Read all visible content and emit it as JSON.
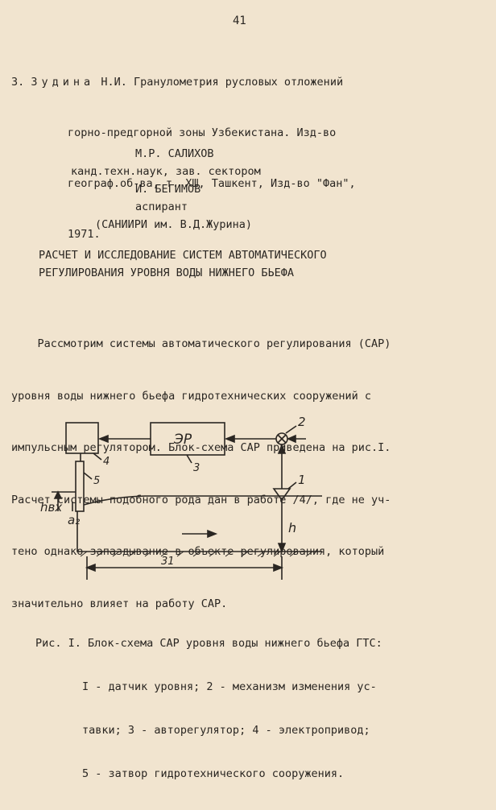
{
  "page_number": "41",
  "reference": {
    "number": "3.",
    "author_surname": "Зудина",
    "initials": "Н.И.",
    "line1_rest": "Гранулометрия русловых отложений",
    "line2": "горно-предгорной зоны Узбекистана. Изд-во",
    "line3": "географ.об-ва, т. ХШ, Ташкент, Изд-во \"Фан\",",
    "line4": "1971."
  },
  "authors": {
    "author1_name": "М.Р. САЛИХОВ",
    "author1_position": "канд.техн.наук, зав. сектором",
    "author2_name": "И. БЕГИМОВ",
    "author2_position": "аспирант",
    "institution": "(САНИИРИ им. В.Д.Журина)"
  },
  "title": {
    "line1": "РАСЧЕТ И ИССЛЕДОВАНИЕ СИСТЕМ АВТОМАТИЧЕСКОГО",
    "line2": "РЕГУЛИРОВАНИЯ УРОВНЯ ВОДЫ НИЖНЕГО БЬЕФА"
  },
  "body": {
    "lines": [
      "    Рассмотрим системы автоматического регулирования (САР)",
      "уровня воды нижнего бьефа гидротехнических сооружений с",
      "импульсным регулятором. Блок-схема САР приведена на рис.I.",
      "Расчет системы подобного рода дан в работе /4/, где не уч-",
      "тено однако запаздывание в объекте регулирования, который",
      "значительно влияет на работу САР."
    ]
  },
  "diagram": {
    "regulator_label": "ЭР",
    "label_1": "1",
    "label_2": "2",
    "label_3": "3",
    "label_4": "4",
    "label_5": "5",
    "label_h_bx": "hвх",
    "label_a2": "a₂",
    "label_h": "h",
    "label_length": "31"
  },
  "caption": {
    "line1": "Рис. I. Блок-схема САР уровня воды нижнего бьефа ГТС:",
    "line2": "I - датчик уровня; 2 - механизм изменения ус-",
    "line3": "тавки; 3 - авторегулятор; 4 - электропривод;",
    "line4": "5 - затвор гидротехнического сооружения."
  }
}
